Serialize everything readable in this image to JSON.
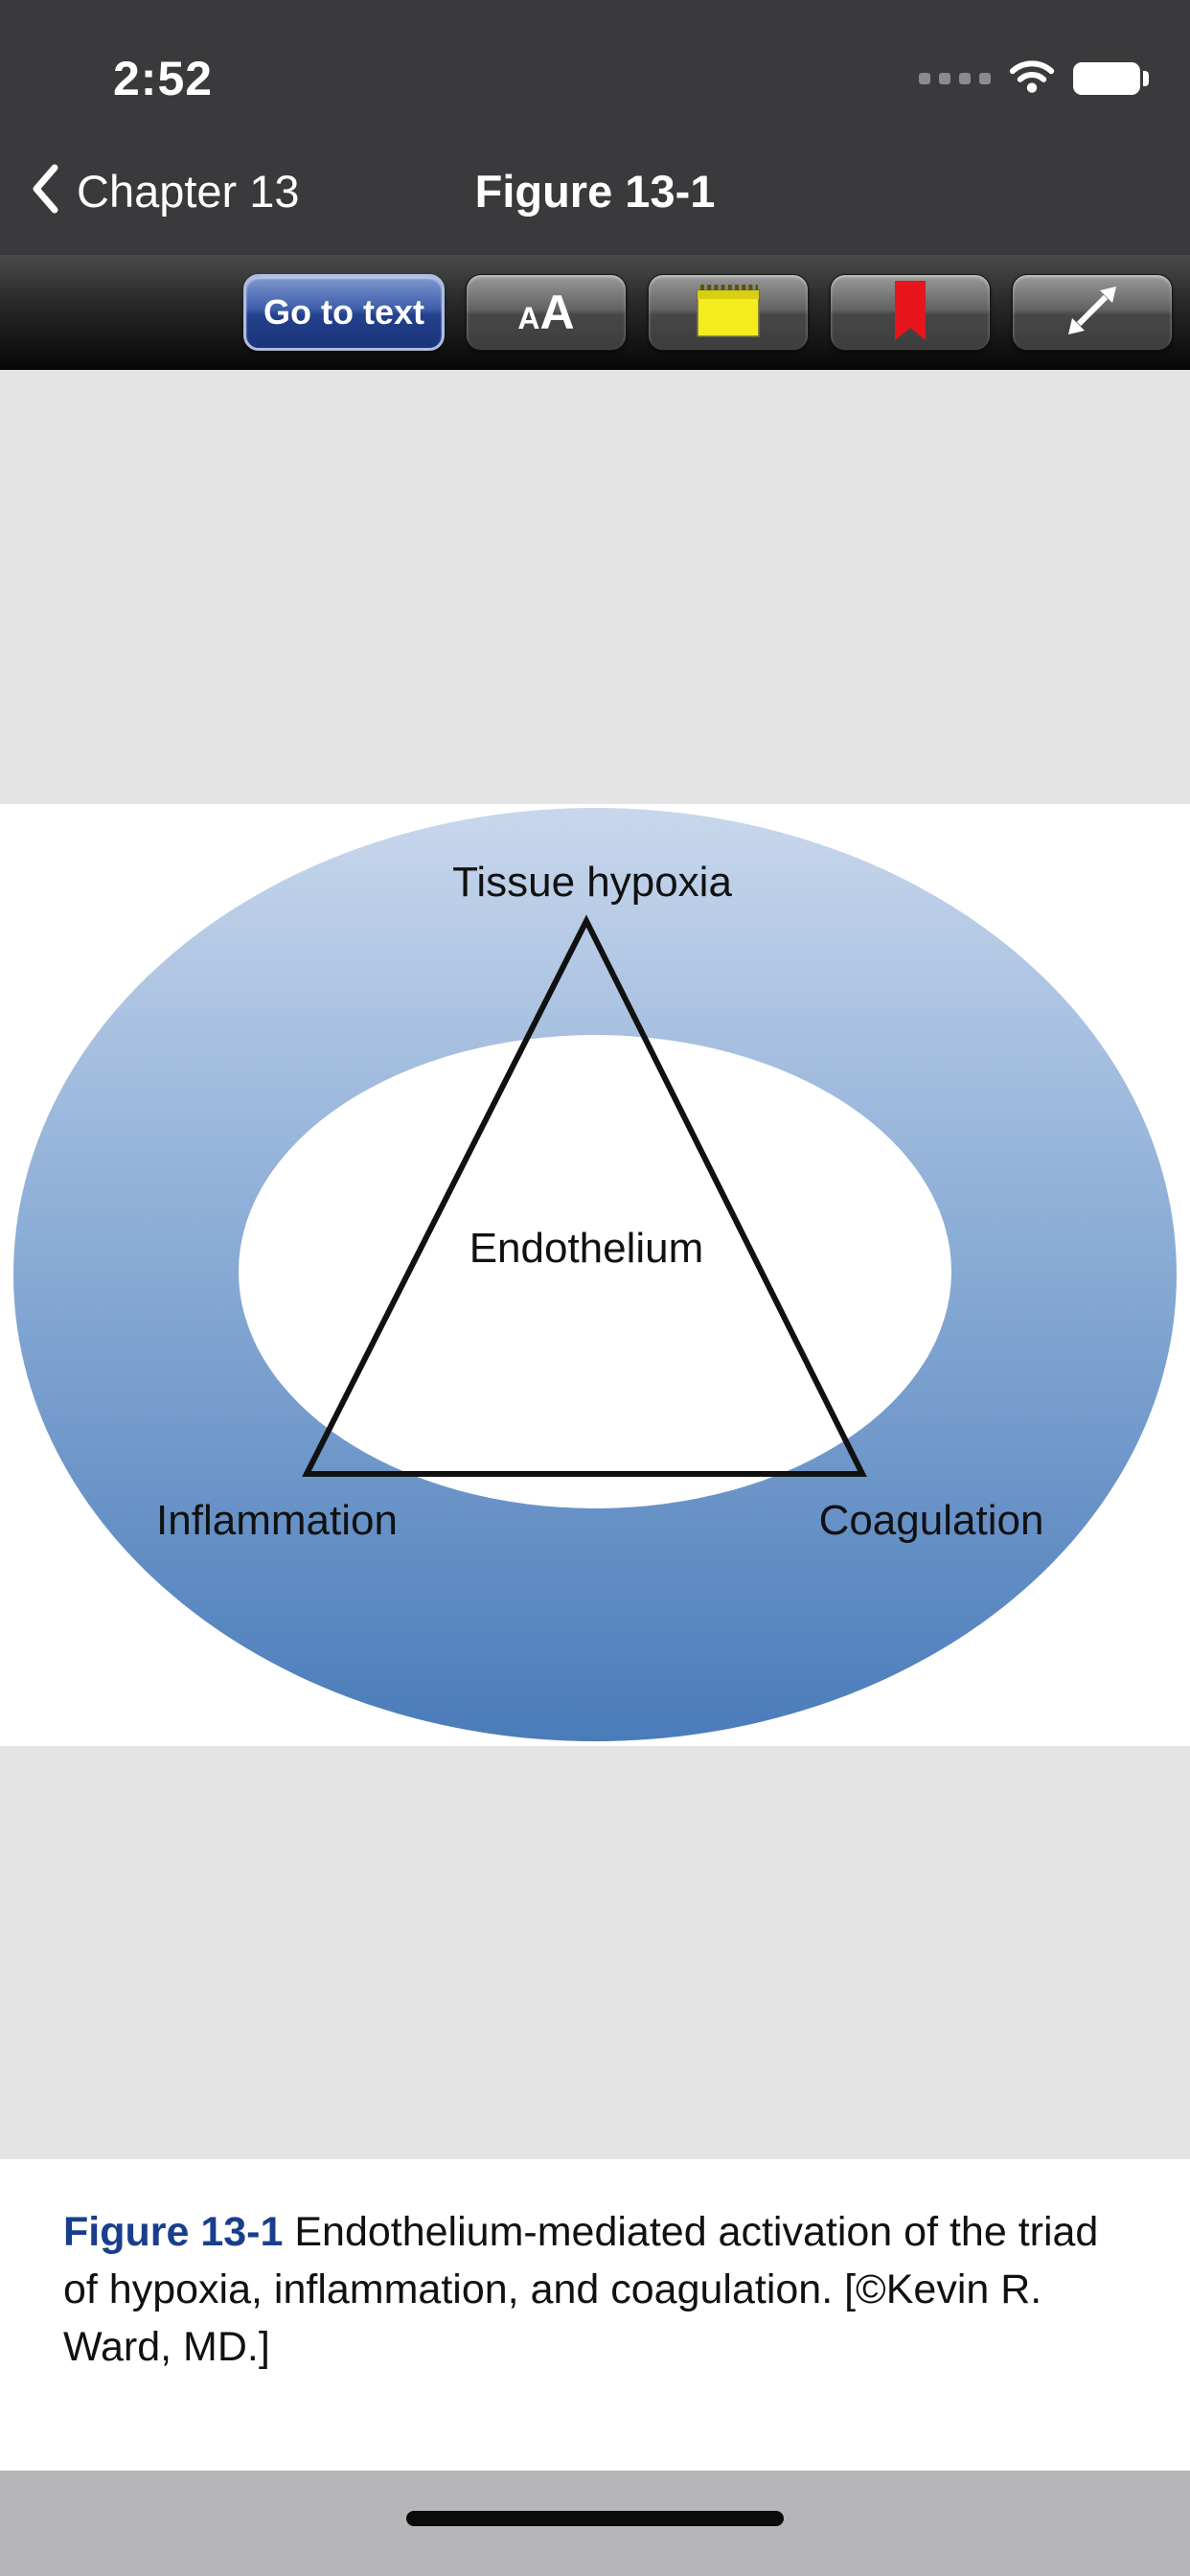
{
  "status_bar": {
    "time": "2:52"
  },
  "nav": {
    "back_label": "Chapter 13",
    "title": "Figure 13-1"
  },
  "toolbar": {
    "go_to_text_label": "Go to text",
    "font_small": "A",
    "font_large": "A"
  },
  "figure": {
    "label_top": "Tissue hypoxia",
    "label_center": "Endothelium",
    "label_bottom_left": "Inflammation",
    "label_bottom_right": "Coagulation"
  },
  "caption": {
    "label": "Figure 13-1",
    "text": " Endothelium-mediated activation of the triad of hypoxia, inflammation, and coagulation. [©Kevin R. Ward, MD.]"
  },
  "icons": {
    "back": "chevron-left-icon",
    "cellular": "cellular-dots-icon",
    "wifi": "wifi-icon",
    "battery": "battery-icon",
    "notes": "notepad-icon",
    "bookmark": "bookmark-icon",
    "expand": "expand-arrows-icon"
  },
  "colors": {
    "header_bg": "#3a3a3c",
    "button_blue": "#24418d",
    "caption_label_blue": "#1a3e8c",
    "donut_top": "#c8d7ec",
    "donut_bottom": "#4a7cba",
    "bookmark_red": "#e8151c",
    "note_yellow": "#f4ec1c"
  }
}
